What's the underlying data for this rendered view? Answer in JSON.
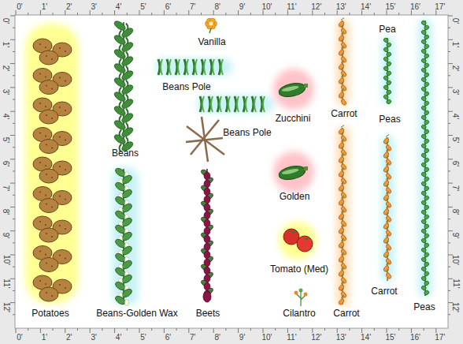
{
  "diagram": {
    "labels": [
      "Vanilla",
      "Pea",
      "Beans Pole",
      "Zucchini",
      "Carrot",
      "Peas",
      "Beans Pole",
      "Beans",
      "Golden",
      "Tomato (Med)",
      "Carrot",
      "Potatoes",
      "Beans-Golden Wax",
      "Beets",
      "Cilantro",
      "Carrot",
      "Peas",
      "0'",
      "1'",
      "2'",
      "3'",
      "4'",
      "5'",
      "6'",
      "7'",
      "8'",
      "9'",
      "10'",
      "11'",
      "12'",
      "13'",
      "14'",
      "15'",
      "16'",
      "17'",
      "0'",
      "1'",
      "2'",
      "3'",
      "4'",
      "5'",
      "6'",
      "7'",
      "8'",
      "9'",
      "10'",
      "11'",
      "12'",
      "13'",
      "14'",
      "15'",
      "16'",
      "17'",
      "0'",
      "1'",
      "2'",
      "3'",
      "4'",
      "5'",
      "6'",
      "7'",
      "8'",
      "9'",
      "10'",
      "11'",
      "12'",
      "0'",
      "1'",
      "2'",
      "3'",
      "4'",
      "5'",
      "6'",
      "7'",
      "8'",
      "9'",
      "10'",
      "11'",
      "12'"
    ]
  }
}
